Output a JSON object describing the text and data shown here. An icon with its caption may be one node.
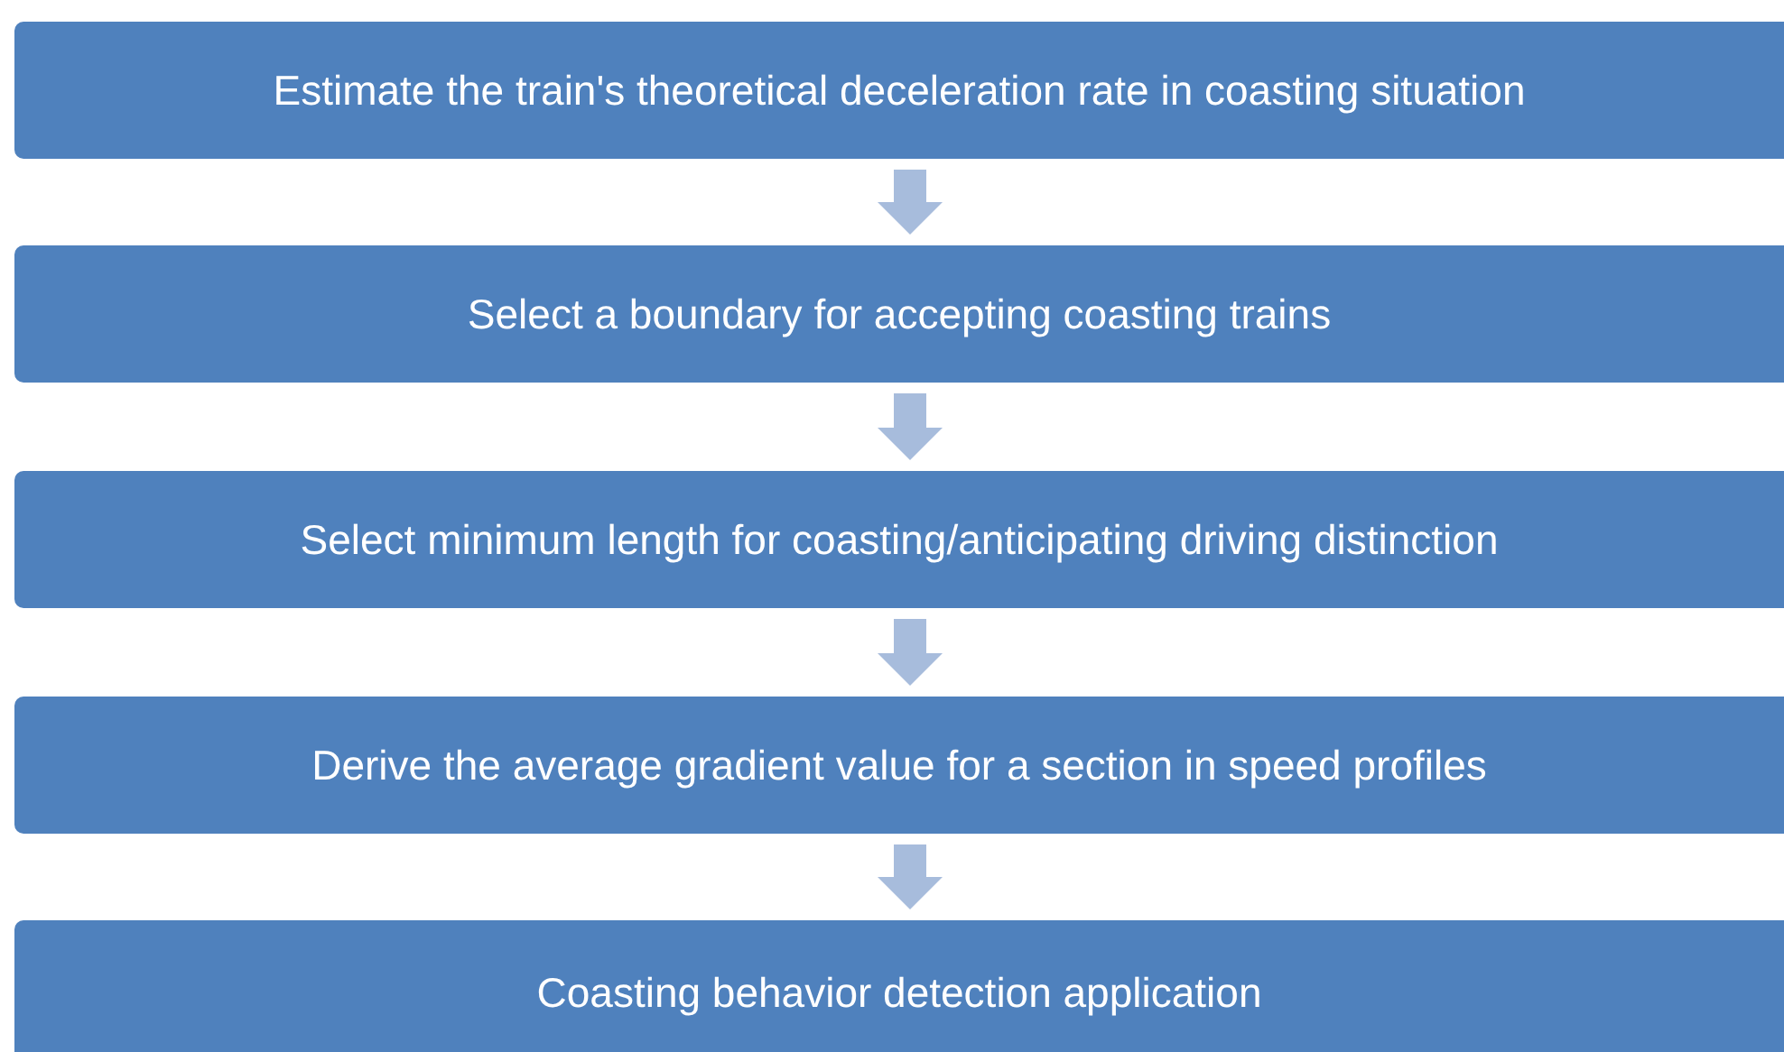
{
  "diagram": {
    "nodes": [
      {
        "text": [
          "Estimate the train's theoretical deceleration rate in coasting situation"
        ]
      },
      {
        "text": [
          "Select a boundary for accepting coasting trains"
        ]
      },
      {
        "text": [
          "Select minimum length for coasting/anticipating driving distinction"
        ]
      },
      {
        "text": [
          "Derive the average gradient value for a section in speed profiles"
        ]
      },
      {
        "text": [
          "Coasting behavior detection application"
        ]
      }
    ],
    "edges": [
      {
        "from": 0,
        "to": 1,
        "arrow": "to"
      },
      {
        "from": 1,
        "to": 2,
        "arrow": "to"
      },
      {
        "from": 2,
        "to": 3,
        "arrow": "to"
      },
      {
        "from": 3,
        "to": 4,
        "arrow": "to"
      }
    ]
  }
}
